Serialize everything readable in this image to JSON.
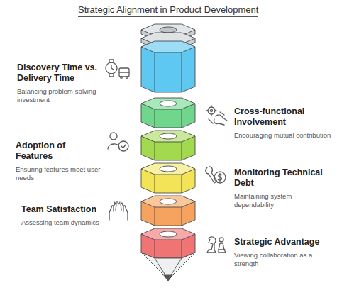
{
  "diagram": {
    "title": "Strategic Alignment in Product Development",
    "nodes": [
      {
        "text": [
          "Discovery Time vs. Delivery Time",
          "Balancing problem-solving investment"
        ]
      },
      {
        "text": [
          "Cross-functional Involvement",
          "Encouraging mutual contribution"
        ]
      },
      {
        "text": [
          "Adoption of Features",
          "Ensuring features meet user needs"
        ]
      },
      {
        "text": [
          "Monitoring Technical Debt",
          "Maintaining system dependability"
        ]
      },
      {
        "text": [
          "Team Satisfaction",
          "Assessing team dynamics"
        ]
      },
      {
        "text": [
          "Strategic Advantage",
          "Viewing collaboration as a strength"
        ]
      }
    ]
  }
}
